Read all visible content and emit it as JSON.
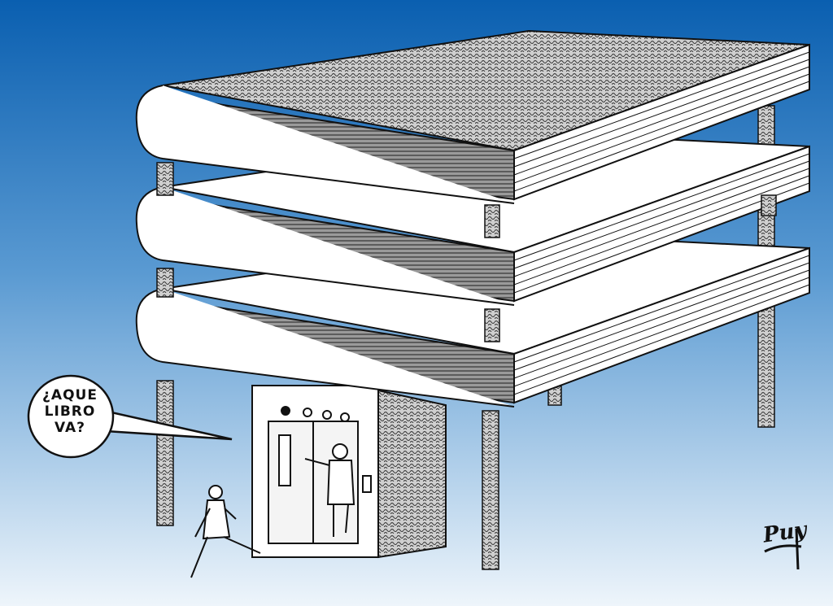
{
  "cartoon": {
    "speech_bubble": {
      "lines": [
        "¿AQUE",
        "LIBRO",
        "VA?"
      ]
    },
    "signature": "Puy",
    "colors": {
      "sky_top": "#0a5fb0",
      "sky_bottom": "#eef5fb",
      "ink": "#111111",
      "texture": "#6e6e6e"
    }
  }
}
